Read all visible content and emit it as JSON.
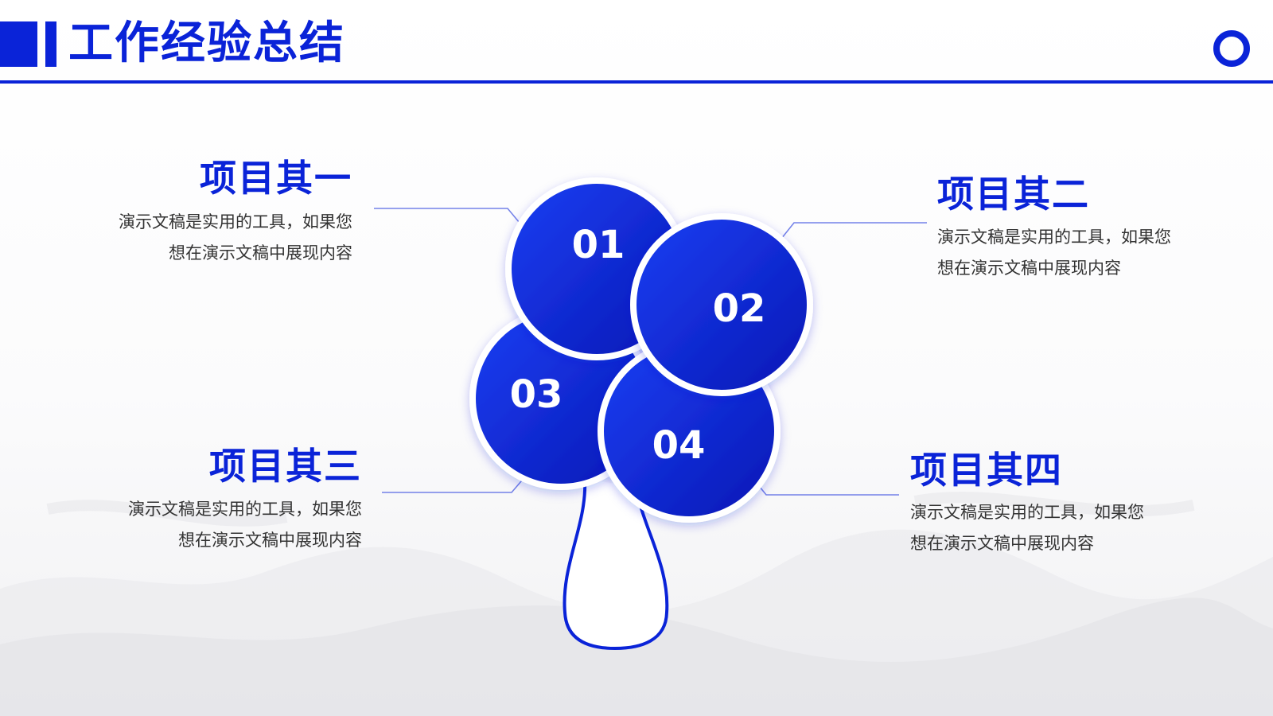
{
  "header": {
    "title": "工作经验总结"
  },
  "items": [
    {
      "number": "01",
      "title": "项目其一",
      "desc_line1": "演示文稿是实用的工具，如果您",
      "desc_line2": "想在演示文稿中展现内容"
    },
    {
      "number": "02",
      "title": "项目其二",
      "desc_line1": "演示文稿是实用的工具，如果您",
      "desc_line2": "想在演示文稿中展现内容"
    },
    {
      "number": "03",
      "title": "项目其三",
      "desc_line1": "演示文稿是实用的工具，如果您",
      "desc_line2": "想在演示文稿中展现内容"
    },
    {
      "number": "04",
      "title": "项目其四",
      "desc_line1": "演示文稿是实用的工具，如果您",
      "desc_line2": "想在演示文稿中展现内容"
    }
  ],
  "colors": {
    "accent": "#0a23d8",
    "circle_light": "#1a3cf2",
    "circle_dark": "#0818b8",
    "text": "#333333"
  }
}
